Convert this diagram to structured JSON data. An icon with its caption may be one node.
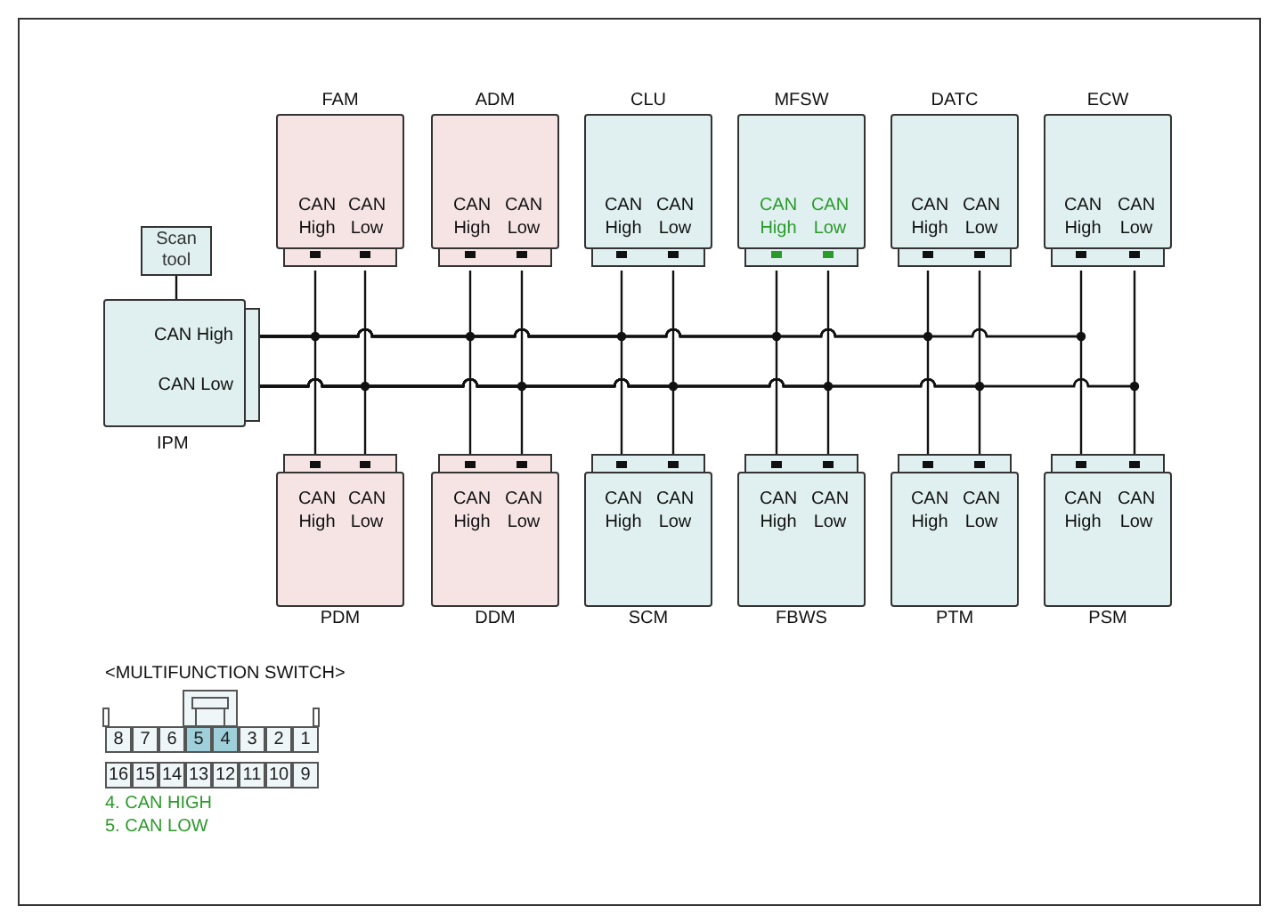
{
  "diagram": {
    "nodes": [
      {
        "text": [
          "FAM",
          "CAN High",
          "CAN Low"
        ]
      },
      {
        "text": [
          "ADM",
          "CAN High",
          "CAN Low"
        ]
      },
      {
        "text": [
          "CLU",
          "CAN High",
          "CAN Low"
        ]
      },
      {
        "text": [
          "MFSW",
          "CAN High",
          "CAN Low"
        ]
      },
      {
        "text": [
          "DATC",
          "CAN High",
          "CAN Low"
        ]
      },
      {
        "text": [
          "ECW",
          "CAN High",
          "CAN Low"
        ]
      },
      {
        "text": [
          "Scan tool"
        ]
      },
      {
        "text": [
          "CAN High",
          "CAN Low",
          "IPM"
        ]
      },
      {
        "text": [
          "CAN High",
          "CAN Low",
          "PDM"
        ]
      },
      {
        "text": [
          "CAN High",
          "CAN Low",
          "DDM"
        ]
      },
      {
        "text": [
          "CAN High",
          "CAN Low",
          "SCM"
        ]
      },
      {
        "text": [
          "CAN High",
          "CAN Low",
          "FBWS"
        ]
      },
      {
        "text": [
          "CAN High",
          "CAN Low",
          "PTM"
        ]
      },
      {
        "text": [
          "CAN High",
          "CAN Low",
          "PSM"
        ]
      }
    ],
    "edges": [
      {
        "from": 6,
        "to": 7,
        "arrow": "none"
      },
      {
        "from": 7,
        "to": 0,
        "arrow": "none"
      },
      {
        "from": 7,
        "to": 0,
        "arrow": "none"
      },
      {
        "from": 7,
        "to": 1,
        "arrow": "none"
      },
      {
        "from": 7,
        "to": 1,
        "arrow": "none"
      },
      {
        "from": 7,
        "to": 2,
        "arrow": "none"
      },
      {
        "from": 7,
        "to": 2,
        "arrow": "none"
      },
      {
        "from": 7,
        "to": 3,
        "arrow": "none"
      },
      {
        "from": 7,
        "to": 3,
        "arrow": "none"
      },
      {
        "from": 7,
        "to": 4,
        "arrow": "none"
      },
      {
        "from": 7,
        "to": 4,
        "arrow": "none"
      },
      {
        "from": 7,
        "to": 5,
        "arrow": "none"
      },
      {
        "from": 7,
        "to": 5,
        "arrow": "none"
      },
      {
        "from": 7,
        "to": 8,
        "arrow": "none"
      },
      {
        "from": 7,
        "to": 8,
        "arrow": "none"
      },
      {
        "from": 7,
        "to": 9,
        "arrow": "none"
      },
      {
        "from": 7,
        "to": 9,
        "arrow": "none"
      },
      {
        "from": 7,
        "to": 10,
        "arrow": "none"
      },
      {
        "from": 7,
        "to": 10,
        "arrow": "none"
      },
      {
        "from": 7,
        "to": 11,
        "arrow": "none"
      },
      {
        "from": 7,
        "to": 11,
        "arrow": "none"
      },
      {
        "from": 7,
        "to": 12,
        "arrow": "none"
      },
      {
        "from": 7,
        "to": 12,
        "arrow": "none"
      },
      {
        "from": 7,
        "to": 13,
        "arrow": "none"
      },
      {
        "from": 7,
        "to": 13,
        "arrow": "none"
      }
    ],
    "labels": [
      "<MULTIFUNCTION SWITCH>",
      "8",
      "7",
      "6",
      "5",
      "4",
      "3",
      "2",
      "1",
      "16",
      "15",
      "14",
      "13",
      "12",
      "11",
      "10",
      "9",
      "4. CAN HIGH",
      "5. CAN LOW"
    ]
  }
}
